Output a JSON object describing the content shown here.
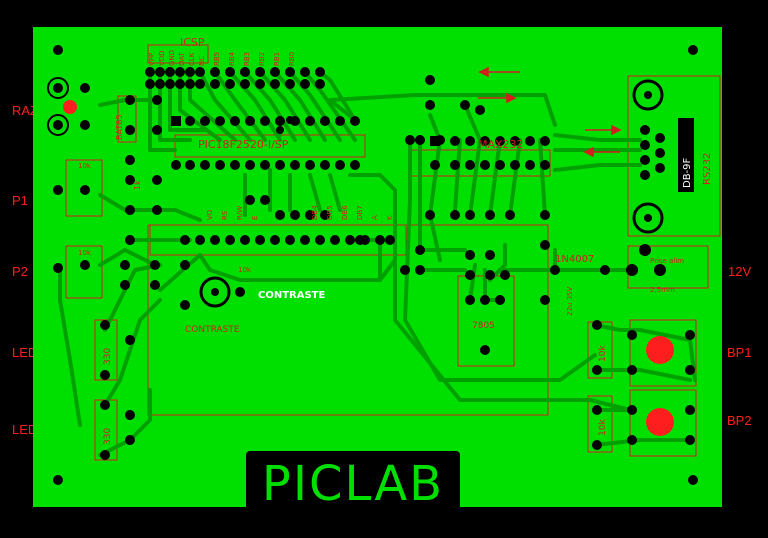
{
  "left_labels": {
    "raz": "RAZ",
    "p1": "P1",
    "p2": "P2",
    "ledv": "LEDV",
    "ledr": "LEDR"
  },
  "right_labels": {
    "v12": "12V",
    "bp1": "BP1",
    "bp2": "BP2"
  },
  "board": {
    "logo": "PICLAB",
    "icsp": "ICSP",
    "mcu": "PIC18F2520-I/SP",
    "max": "MAX232",
    "lcd_label": "CONTRASTE",
    "contraste": "CONTRASTE",
    "diode": "1N4007",
    "regulator": "7805",
    "rs232": "RS232",
    "db9": "DB-9F",
    "battery": "BAT85",
    "prise": "Prise alim",
    "prise_size": "2,5mm",
    "r10k": "10k",
    "r330": "330",
    "r1k": "1k",
    "c22u": "22u 35V",
    "icsp_pins": [
      "VPP",
      "VDD",
      "GND",
      "DAT",
      "CLK",
      "NC"
    ],
    "port_pins": [
      "RB5",
      "RB4",
      "RB3",
      "RB2",
      "RB1",
      "RB0"
    ],
    "lcd_pins": [
      "VO",
      "RS",
      "R/W",
      "E",
      "DB4",
      "DB5",
      "DB6",
      "DB7",
      "A",
      "K"
    ]
  },
  "colors": {
    "board": "#00e000",
    "trace": "#00a000",
    "silk": "#d21e1e",
    "pad": "#000000",
    "marker": "#ff1e1e"
  }
}
